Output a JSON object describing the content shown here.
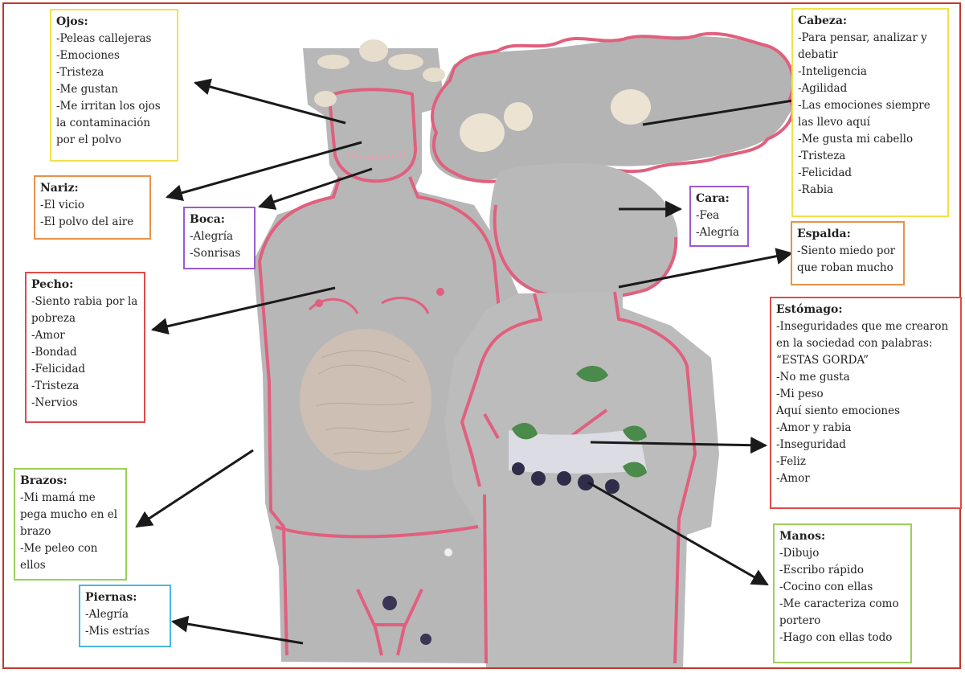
{
  "colors": {
    "frame": "#c0392b",
    "paper": "#b9b9b9",
    "paper_shade": "#a9a9a9",
    "outline": "#e0607e",
    "arrow": "#1a1a1a",
    "yellow": "#f1e24a",
    "orange": "#e8924a",
    "red": "#e04a4a",
    "green": "#9ccf5a",
    "blue": "#4ab8e0",
    "purple": "#9a5ad0"
  },
  "boxes": [
    {
      "id": "ojos",
      "title": "Ojos:",
      "color": "yellow",
      "items": [
        "-Peleas callejeras",
        "-Emociones",
        "-Tristeza",
        "-Me gustan",
        "-Me irritan los ojos la contaminación por el polvo"
      ]
    },
    {
      "id": "nariz",
      "title": "Nariz:",
      "color": "orange",
      "items": [
        "-El vicio",
        "-El polvo del aire"
      ]
    },
    {
      "id": "boca",
      "title": "Boca:",
      "color": "purple",
      "items": [
        "-Alegría",
        "-Sonrisas"
      ]
    },
    {
      "id": "pecho",
      "title": "Pecho:",
      "color": "red",
      "items": [
        "-Siento rabia por la pobreza",
        "-Amor",
        "-Bondad",
        "-Felicidad",
        "-Tristeza",
        "-Nervios"
      ]
    },
    {
      "id": "brazos",
      "title": "Brazos:",
      "color": "green",
      "items": [
        "-Mi mamá me pega mucho en el brazo",
        "-Me peleo con ellos"
      ]
    },
    {
      "id": "piernas",
      "title": "Piernas:",
      "color": "blue",
      "items": [
        "-Alegría",
        "-Mis estrías"
      ]
    },
    {
      "id": "cabeza",
      "title": "Cabeza:",
      "color": "yellow",
      "items": [
        "-Para pensar, analizar y debatir",
        "-Inteligencia",
        "-Agilidad",
        "-Las emociones siempre las llevo aquí",
        "-Me gusta mi cabello",
        "-Tristeza",
        "-Felicidad",
        "-Rabia"
      ]
    },
    {
      "id": "cara",
      "title": "Cara:",
      "color": "purple",
      "items": [
        "-Fea",
        "-Alegría"
      ]
    },
    {
      "id": "espalda",
      "title": "Espalda:",
      "color": "orange",
      "items": [
        "-Siento miedo por que roban mucho"
      ]
    },
    {
      "id": "estomago",
      "title": "Estómago:",
      "color": "red",
      "items": [
        "-Inseguridades que me crearon en la sociedad con palabras: “ESTAS GORDA”",
        "-No me gusta",
        "-Mi peso",
        " Aquí siento emociones",
        "-Amor y rabia",
        "-Inseguridad",
        "-Feliz",
        "-Amor"
      ]
    },
    {
      "id": "manos",
      "title": "Manos:",
      "color": "green",
      "items": [
        "-Dibujo",
        "-Escribo rápido",
        "-Cocino con ellas",
        "-Me caracteriza como portero",
        "-Hago con ellas todo"
      ]
    }
  ]
}
